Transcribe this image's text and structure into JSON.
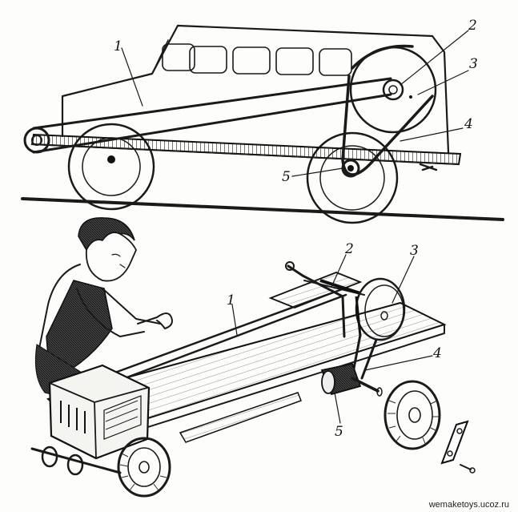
{
  "labels": {
    "top": [
      "1",
      "2",
      "3",
      "4",
      "5"
    ],
    "bottom": [
      "1",
      "2",
      "3",
      "4",
      "5"
    ]
  },
  "watermark": "wemaketoys.ucoz.ru"
}
